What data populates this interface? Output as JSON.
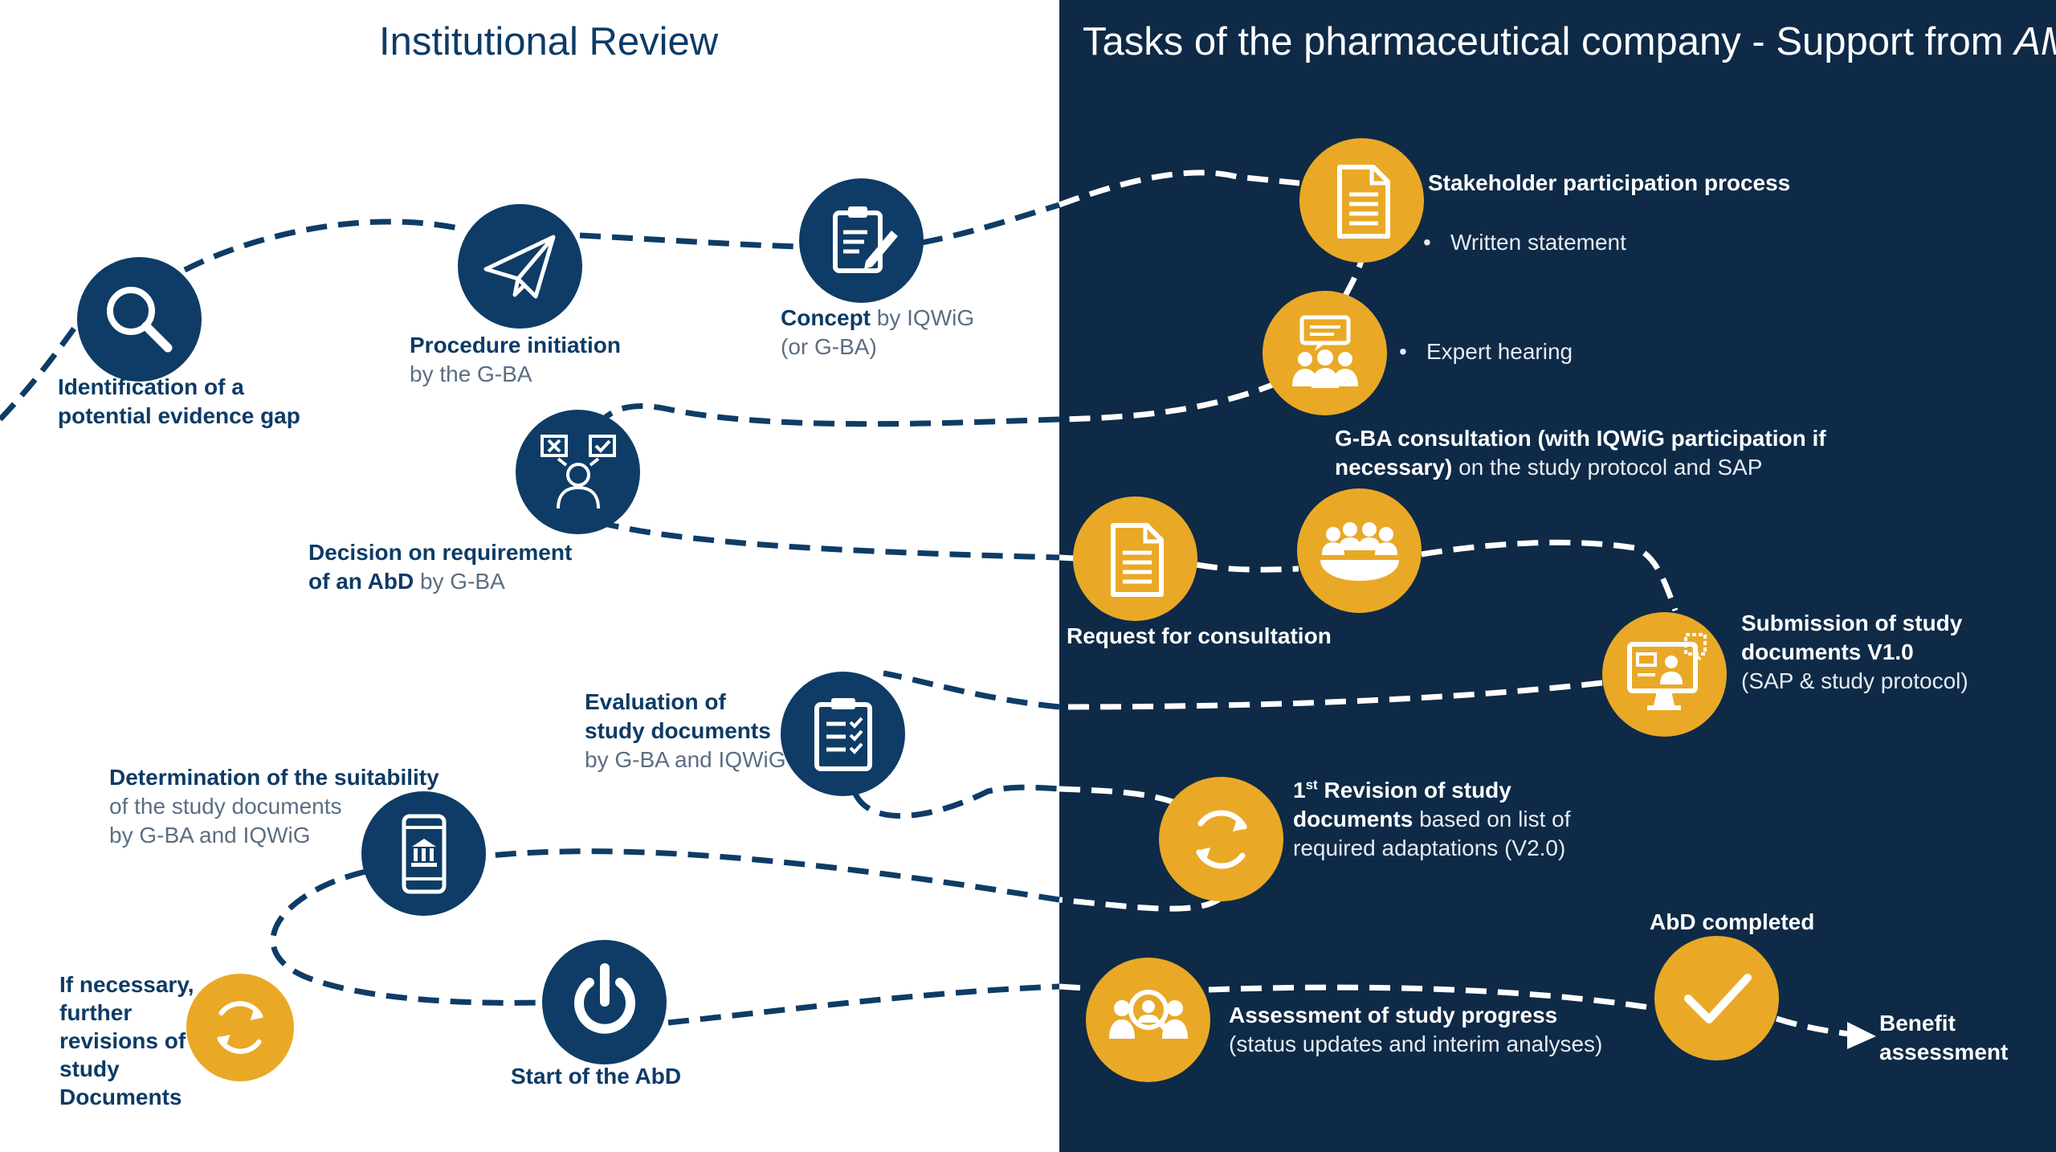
{
  "headers": {
    "left_title": "Institutional Review",
    "right_title_main": "Tasks of the pharmaceutical company - Support from ",
    "right_title_italic": "AMS"
  },
  "colors": {
    "navy": "#0e3c66",
    "panel": "#0e2a47",
    "gold": "#e9a926",
    "text_dark": "#0d3b66",
    "text_grey": "#5b6e82"
  },
  "steps": {
    "identification": {
      "icon": "magnifier-icon",
      "line1": "Identification of a",
      "line2": "potential evidence gap"
    },
    "procedure": {
      "icon": "paper-plane-icon",
      "bold": "Procedure initiation",
      "normal": "by the G-BA"
    },
    "concept": {
      "icon": "clipboard-pen-icon",
      "bold": "Concept",
      "normal1": " by IQWiG",
      "normal2": "(or G-BA)"
    },
    "stakeholder": {
      "icon": "document-icon",
      "bold": "Stakeholder participation process",
      "bullet1": "Written statement",
      "bullet2": "Expert hearing",
      "hearing_icon": "group-chat-icon"
    },
    "decision": {
      "icon": "decision-person-icon",
      "bold1": "Decision on requirement",
      "bold2": "of an AbD",
      "normal": " by G-BA"
    },
    "gba_consultation": {
      "icon": "meeting-table-icon",
      "bold1": "G-BA consultation (with IQWiG participation if",
      "bold2": "necessary)",
      "normal": " on the study protocol and SAP"
    },
    "request": {
      "icon": "document-icon",
      "bold": "Request for consultation"
    },
    "submission": {
      "icon": "monitor-icon",
      "bold1": "Submission of study",
      "bold2": "documents V1.0",
      "normal": "(SAP & study protocol)"
    },
    "evaluation": {
      "icon": "checklist-icon",
      "bold1": "Evaluation of",
      "bold2": "study documents",
      "normal": "by G-BA and IQWiG"
    },
    "revision": {
      "icon": "refresh-icon",
      "num": "1",
      "sup": "st",
      "bold1": " Revision of study",
      "bold2": "documents",
      "normal1": "  based on list of",
      "normal2": "required adaptations (V2.0)"
    },
    "determination": {
      "icon": "phone-bank-icon",
      "bold": "Determination of the suitability",
      "normal1": "of the study documents",
      "normal2": "by G-BA and IQWiG"
    },
    "further": {
      "icon": "refresh-icon",
      "line1": "If necessary,",
      "line2": "further",
      "line3": "revisions of",
      "line4": "study",
      "line5": "Documents"
    },
    "start": {
      "icon": "power-icon",
      "bold": "Start of the AbD"
    },
    "assessment": {
      "icon": "people-search-icon",
      "bold": "Assessment of study progress",
      "normal": "(status updates and interim analyses)"
    },
    "completed": {
      "icon": "checkmark-icon",
      "bold": "AbD completed"
    },
    "benefit": {
      "line1": "Benefit",
      "line2": "assessment"
    }
  }
}
